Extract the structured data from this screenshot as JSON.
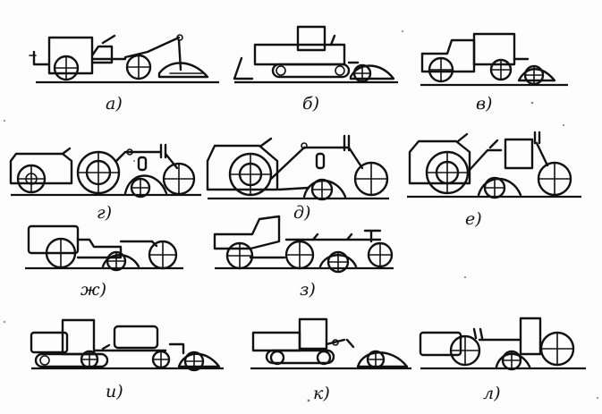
{
  "variants": [
    {
      "id": "a",
      "label": "а)"
    },
    {
      "id": "b",
      "label": "б)"
    },
    {
      "id": "v",
      "label": "в)"
    },
    {
      "id": "g",
      "label": "г)"
    },
    {
      "id": "d",
      "label": "д)"
    },
    {
      "id": "e",
      "label": "е)"
    },
    {
      "id": "zh",
      "label": "ж)"
    },
    {
      "id": "z",
      "label": "з)"
    },
    {
      "id": "i",
      "label": "и)"
    },
    {
      "id": "k",
      "label": "к)"
    },
    {
      "id": "l",
      "label": "л)"
    }
  ]
}
